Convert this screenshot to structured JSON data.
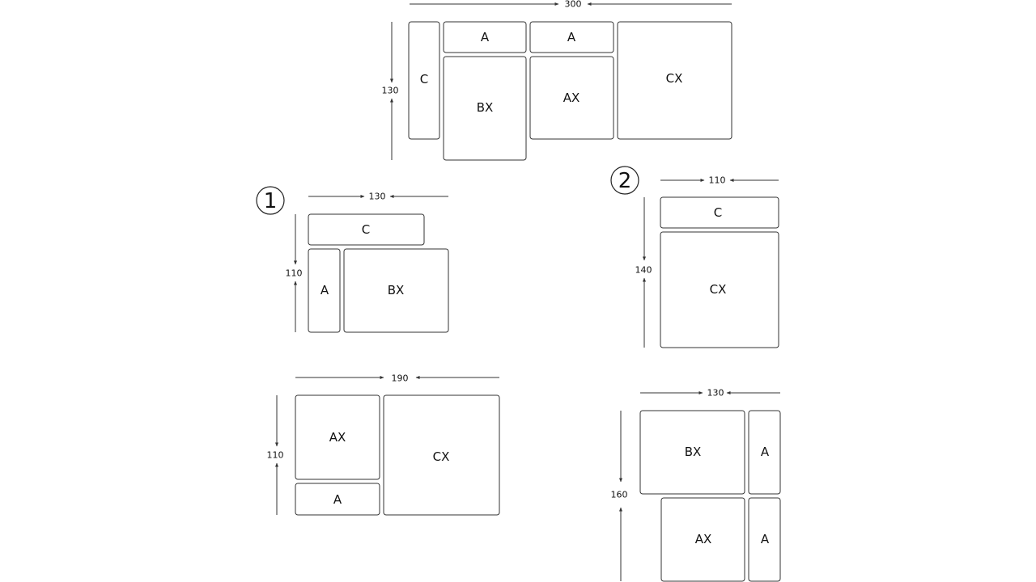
{
  "colors": {
    "line": "#333333",
    "text": "#111111",
    "background": "#ffffff"
  },
  "options": [
    {
      "label": "",
      "width": "300",
      "depth": "130",
      "pieces": [
        "C",
        "A",
        "A",
        "BX",
        "AX",
        "CX"
      ]
    },
    {
      "label": "1",
      "width": "130",
      "depth": "110",
      "pieces": [
        "C",
        "A",
        "BX"
      ]
    },
    {
      "label": "",
      "width": "190",
      "depth": "110",
      "pieces": [
        "AX",
        "A",
        "CX"
      ]
    },
    {
      "label": "2",
      "width": "110",
      "depth": "140",
      "pieces": [
        "C",
        "CX"
      ]
    },
    {
      "label": "",
      "width": "130",
      "depth": "160",
      "pieces": [
        "BX",
        "A",
        "AX",
        "A"
      ]
    }
  ]
}
